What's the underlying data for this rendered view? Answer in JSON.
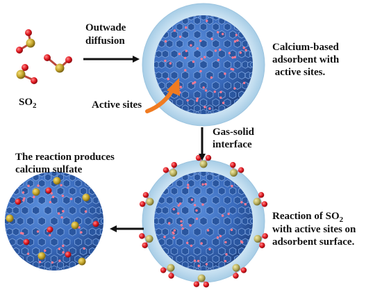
{
  "labels": {
    "outward_line1": "Outwade",
    "outward_line2": "diffusion",
    "so2_main": "SO",
    "so2_sub": "2",
    "active_sites": "Active sites",
    "calcium_line1": "Calcium-based",
    "calcium_line2": "adsorbent with",
    "calcium_line3": " active sites.",
    "interface_line1": "Gas-solid",
    "interface_line2": "interface",
    "product_line1": "The reaction produces",
    "product_line2": "calcium sulfate",
    "reaction_line1_main": "Reaction of SO",
    "reaction_line1_sub": "2",
    "reaction_line2": "with active sites on",
    "reaction_line3": "adsorbent surface."
  },
  "colors": {
    "sphere_blue": "#3f73c4",
    "sphere_dark": "#1d3f7e",
    "halo": "#c9e2f2",
    "sulfur": "#c3a42a",
    "oxygen": "#e01820",
    "active_site": "#ff7a93",
    "arrow": "#111111",
    "curved_arrow": "#f07b21"
  }
}
